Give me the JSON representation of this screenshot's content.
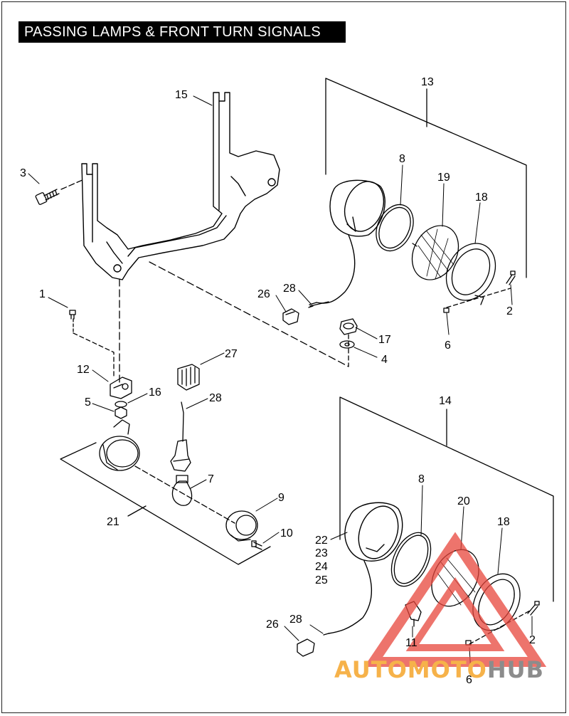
{
  "title": "PASSING LAMPS & FRONT TURN SIGNALS",
  "callouts": {
    "c1": "1",
    "c2a": "2",
    "c2b": "2",
    "c3": "3",
    "c4": "4",
    "c5": "5",
    "c6a": "6",
    "c6b": "6",
    "c7": "7",
    "c8a": "8",
    "c8b": "8",
    "c9": "9",
    "c10": "10",
    "c11": "11",
    "c12": "12",
    "c13": "13",
    "c14": "14",
    "c15": "15",
    "c16": "16",
    "c17": "17",
    "c18a": "18",
    "c18b": "18",
    "c19": "19",
    "c20": "20",
    "c21": "21",
    "c22": "22",
    "c23": "23",
    "c24": "24",
    "c25": "25",
    "c26a": "26",
    "c26b": "26",
    "c27": "27",
    "c28a": "28",
    "c28b": "28",
    "c28c": "28"
  },
  "watermark": {
    "auto": "AUTO",
    "moto": "MOTO",
    "hub": "HUB"
  },
  "colors": {
    "watermark_red": "#e8463c",
    "watermark_orange": "#f6b24a",
    "watermark_gray": "#8c8c8c"
  }
}
